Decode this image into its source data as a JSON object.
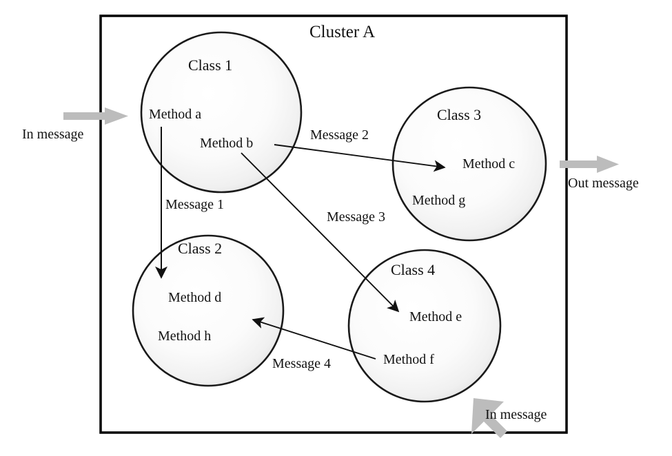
{
  "diagram": {
    "title": "Cluster A",
    "border_color": "#000000",
    "circle_stroke": "#1a1a1a",
    "circle_fill_center": "#ffffff",
    "circle_fill_edge": "#e2e2e2",
    "arrow_color": "#111111",
    "io_arrow_color": "#bcbcbc"
  },
  "classes": [
    {
      "name": "Class 1",
      "methods": [
        "Method a",
        "Method b"
      ]
    },
    {
      "name": "Class 2",
      "methods": [
        "Method d",
        "Method h"
      ]
    },
    {
      "name": "Class 3",
      "methods": [
        "Method c",
        "Method g"
      ]
    },
    {
      "name": "Class 4",
      "methods": [
        "Method e",
        "Method f"
      ]
    }
  ],
  "messages": [
    {
      "label": "Message 1",
      "from": "Class 1 / Method a",
      "to": "Class 2 / Method d"
    },
    {
      "label": "Message 2",
      "from": "Class 1 / Method b",
      "to": "Class 3 / Method c"
    },
    {
      "label": "Message 3",
      "from": "Class 1 / Method b",
      "to": "Class 4 / Method e"
    },
    {
      "label": "Message 4",
      "from": "Class 4 / Method f",
      "to": "Class 2 / Method d"
    }
  ],
  "external": {
    "in_left": "In message",
    "out_right": "Out message",
    "in_bottom": "In message"
  }
}
